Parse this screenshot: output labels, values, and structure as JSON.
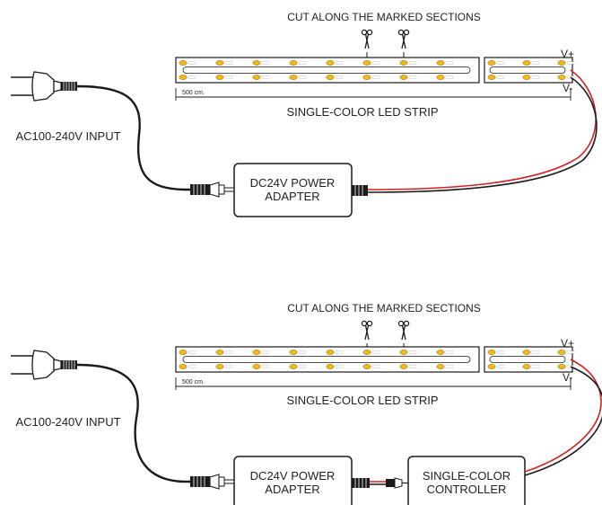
{
  "colors": {
    "positive_wire": "#d32020",
    "negative_wire": "#1a1a1a",
    "led": "#f2b718",
    "stroke": "#1a1a1a"
  },
  "diagrams": [
    {
      "cut_label": "CUT ALONG THE MARKED SECTIONS",
      "strip_label": "SINGLE-COLOR LED STRIP",
      "length_label": "500 cm.",
      "v_plus": "V+",
      "v_minus": "V-",
      "input_label": "AC100-240V INPUT",
      "adapter_label_line1": "DC24V POWER",
      "adapter_label_line2": "ADAPTER",
      "has_controller": false
    },
    {
      "cut_label": "CUT ALONG THE MARKED SECTIONS",
      "strip_label": "SINGLE-COLOR LED STRIP",
      "length_label": "500 cm.",
      "v_plus": "V+",
      "v_minus": "V-",
      "input_label": "AC100-240V INPUT",
      "adapter_label_line1": "DC24V POWER",
      "adapter_label_line2": "ADAPTER",
      "has_controller": true,
      "controller_label_line1": "SINGLE-COLOR",
      "controller_label_line2": "CONTROLLER"
    }
  ]
}
